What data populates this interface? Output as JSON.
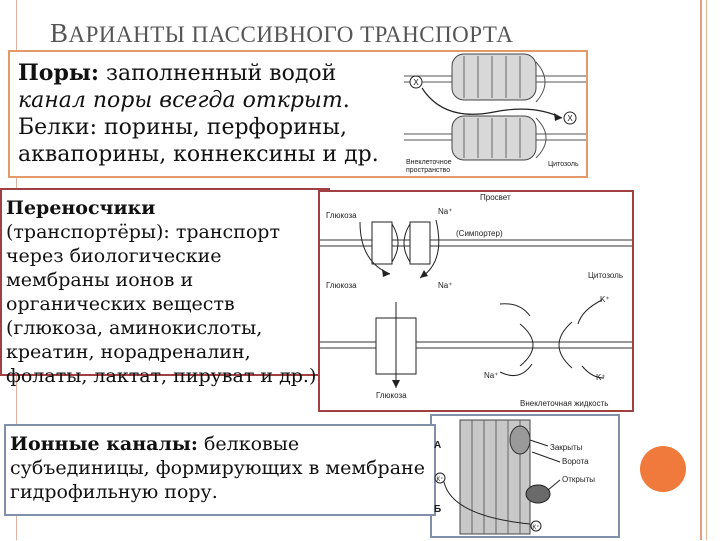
{
  "slide": {
    "title_cap": "В",
    "title_rest": "АРИАНТЫ ПАССИВНОГО ТРАНСПОРТА"
  },
  "pores": {
    "label": "Поры:",
    "text1": " заполненный водой",
    "italic": "канал поры всегда открыт",
    "text2": ".",
    "text3": "Белки: порины, перфорины, аквапорины, коннексины и др.",
    "diagram": {
      "left_label_1": "Внеклеточное",
      "left_label_2": "пространство",
      "right_label": "Цитозоль",
      "marker_left": "X",
      "marker_right": "X"
    }
  },
  "carriers": {
    "label": "Переносчики",
    "text": "(транспортёры): транспорт через биологические мембраны ионов и органических веществ (глюкоза, аминокислоты, креатин, норадреналин, фолаты, лактат, пируват и др.).",
    "diagram": {
      "top_label": "Просвет",
      "glucose_top": "Глюкоза",
      "na_top": "Na⁺",
      "symporter": "(Симпортер)",
      "glucose_mid": "Глюкоза",
      "na_mid": "Na⁺",
      "cytosol": "Цитозоль",
      "k_top": "K⁺",
      "na_bottom": "Na⁺",
      "k_bottom": "K⁺",
      "glucose_bottom": "Глюкоза",
      "bottom_label": "Внеклеточная жидкость"
    }
  },
  "channels": {
    "label": "Ионные каналы:",
    "text": " белковые субъединицы, формирующих в мембране гидрофильную пору.",
    "diagram": {
      "label_a": "А",
      "label_b": "Б",
      "closed": "Закрыты",
      "gate": "Ворота",
      "open": "Открыты",
      "k1": "K⁺",
      "k2": "K⁺"
    }
  },
  "colors": {
    "accent": "#f07a3c",
    "pores_border": "#e39a6a",
    "carriers_border": "#a04040",
    "channels_border": "#8090a8"
  }
}
